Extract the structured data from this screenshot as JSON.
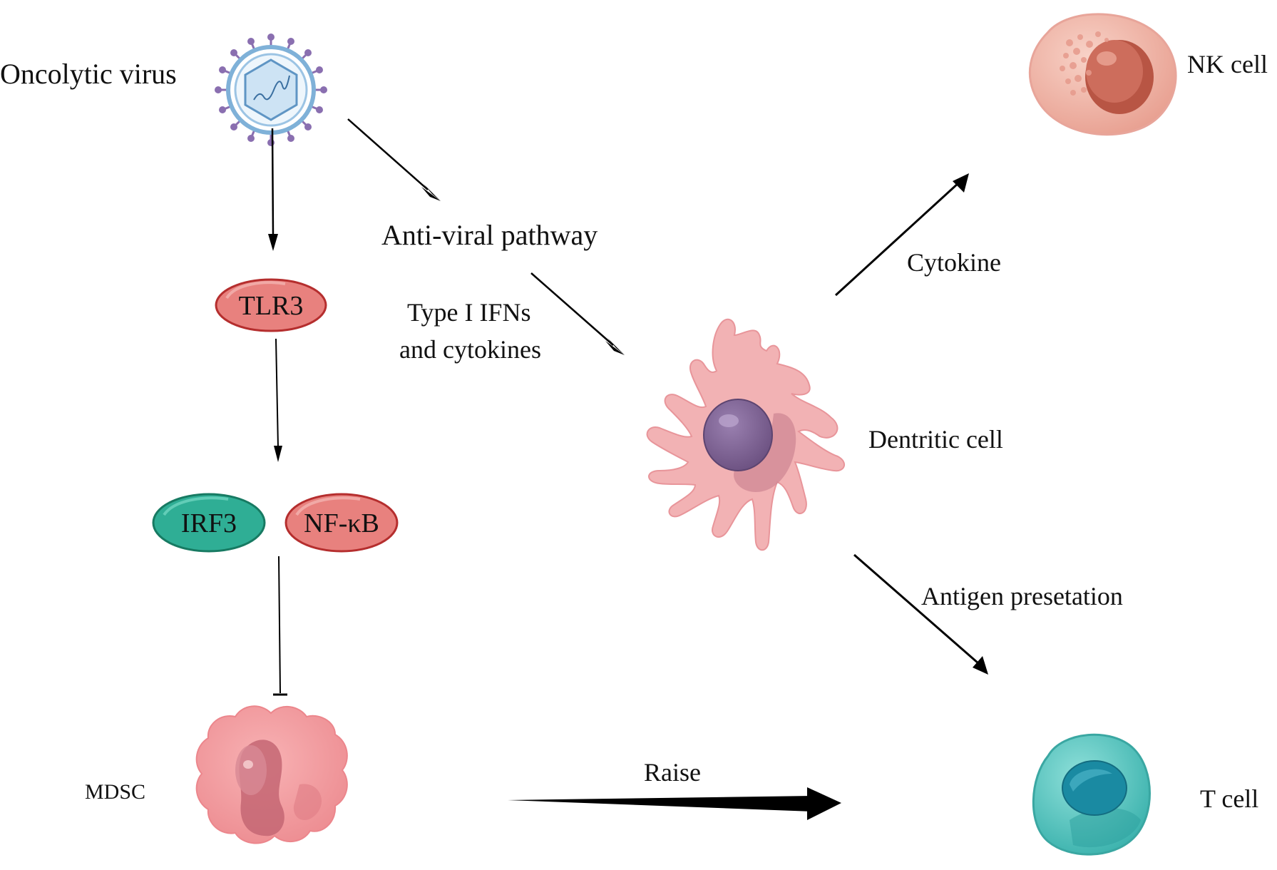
{
  "labels": {
    "oncolytic_virus": "Oncolytic virus",
    "nk_cell": "NK cell",
    "anti_viral_pathway": "Anti-viral pathway",
    "cytokine": "Cytokine",
    "tlr3": "TLR3",
    "type_i_ifns_line1": "Type I IFNs",
    "type_i_ifns_line2": "and cytokines",
    "dendritic_cell": "Dentritic cell",
    "irf3": "IRF3",
    "nfkb": "NF-κB",
    "antigen_presentation": "Antigen presetation",
    "raise": "Raise",
    "mdsc": "MDSC",
    "t_cell": "T cell"
  },
  "colors": {
    "tlr3_fill": "#e8817e",
    "nfkb_fill": "#e8817e",
    "pill_red_stroke": "#b52e2e",
    "irf3_fill": "#2fae95",
    "irf3_stroke": "#177a62",
    "virus_blue": "#7fb1d8",
    "virus_spike": "#8a6fb0",
    "nk_cell": "#f1b3a5",
    "dendritic_cell": "#f2b2b4",
    "dendritic_nucleus": "#7a6190",
    "mdsc": "#f49c9f",
    "t_cell": "#5ec8c3",
    "t_nucleus": "#1a8aa2"
  },
  "icons": {
    "virus": "virus-icon",
    "nk": "nk-cell-icon",
    "dendritic": "dendritic-cell-icon",
    "mdsc": "mdsc-cell-icon",
    "t": "t-cell-icon"
  }
}
